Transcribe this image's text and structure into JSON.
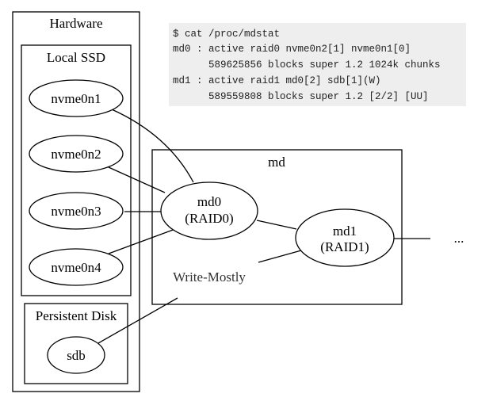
{
  "clusters": {
    "hardware": "Hardware",
    "local_ssd": "Local SSD",
    "persistent_disk": "Persistent Disk",
    "md": "md"
  },
  "nodes": {
    "nvme0n1": "nvme0n1",
    "nvme0n2": "nvme0n2",
    "nvme0n3": "nvme0n3",
    "nvme0n4": "nvme0n4",
    "sdb": "sdb",
    "md0_line1": "md0",
    "md0_line2": "(RAID0)",
    "md1_line1": "md1",
    "md1_line2": "(RAID1)"
  },
  "edge_labels": {
    "write_mostly": "Write-Mostly",
    "ellipsis": "..."
  },
  "terminal": {
    "lines": [
      "$ cat /proc/mdstat",
      "md0 : active raid0 nvme0n2[1] nvme0n1[0]",
      "      589625856 blocks super 1.2 1024k chunks",
      "md1 : active raid1 md0[2] sdb[1](W)",
      "      589559808 blocks super 1.2 [2/2] [UU]"
    ],
    "background": "#eeeeee"
  }
}
